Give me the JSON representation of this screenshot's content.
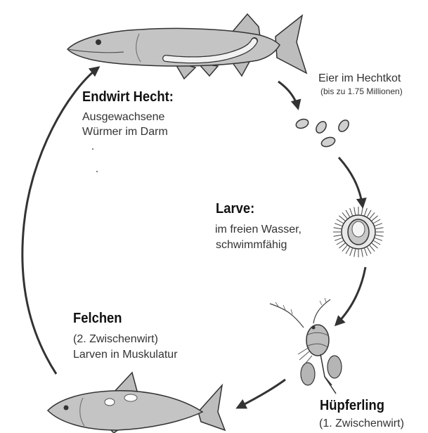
{
  "stages": {
    "pike": {
      "title": "Endwirt Hecht:",
      "line1": "Ausgewachsene",
      "line2": "Würmer im Darm"
    },
    "eggs": {
      "line1": "Eier im Hechtkot",
      "line2": "(bis zu 1.75 Millionen)"
    },
    "larva": {
      "title": "Larve:",
      "line1": "im freien Wasser,",
      "line2": "schwimmfähig"
    },
    "copepod": {
      "title": "Hüpferling",
      "line1": "(1. Zwischenwirt)"
    },
    "whitefish": {
      "title": "Felchen",
      "line1": "(2. Zwischenwirt)",
      "line2": "Larven in Muskulatur"
    }
  },
  "colors": {
    "fish_fill": "#c4c4c4",
    "outline": "#333333",
    "arrow": "#333333",
    "tapeworm": "#f2f2f2"
  },
  "icons": [
    "pike-fish",
    "tapeworm",
    "eggs",
    "coracidium-larva",
    "copepod",
    "whitefish",
    "cycle-arrows"
  ]
}
